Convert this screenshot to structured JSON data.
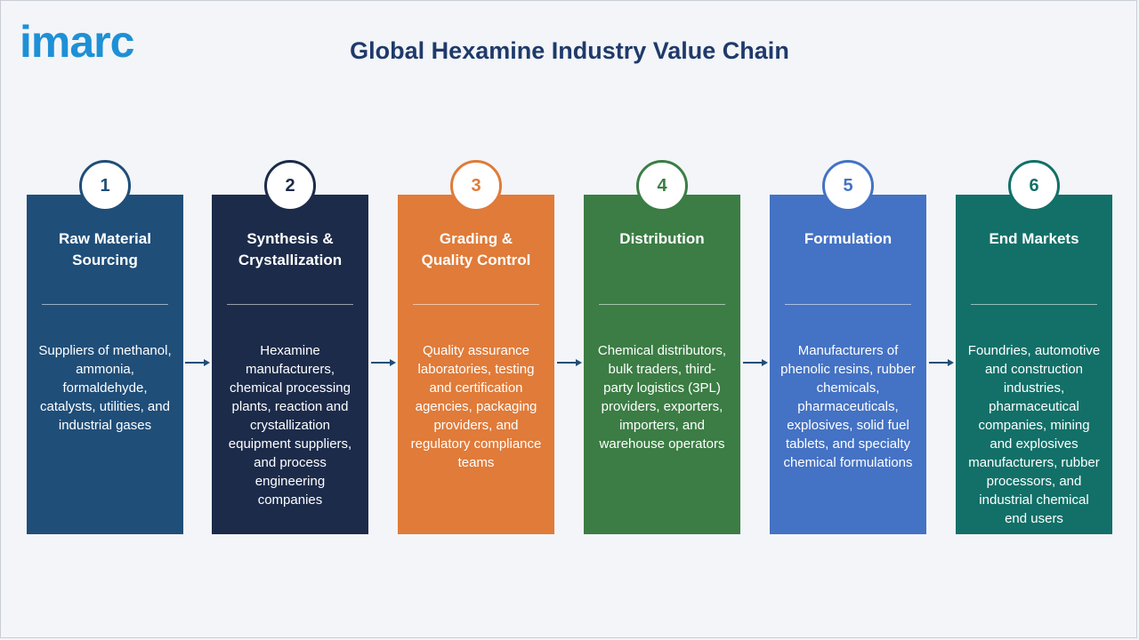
{
  "brand": {
    "logo_text": "imarc",
    "color": "#1e90d6"
  },
  "title": "Global Hexamine Industry Value Chain",
  "steps": [
    {
      "number": "1",
      "title": "Raw Material\nSourcing",
      "color": "#1f4e79",
      "description": "Suppliers of methanol, ammonia, formaldehyde, catalysts, utilities, and industrial gases"
    },
    {
      "number": "2",
      "title": "Synthesis &\nCrystallization",
      "color": "#1c2b4a",
      "description": "Hexamine manufacturers, chemical processing plants, reaction and crystallization equipment suppliers, and process engineering companies"
    },
    {
      "number": "3",
      "title": "Grading &\nQuality Control",
      "color": "#e07b39",
      "description": "Quality assurance laboratories, testing and certification agencies, packaging providers, and regulatory compliance teams"
    },
    {
      "number": "4",
      "title": "Distribution",
      "color": "#3b7d44",
      "description": "Chemical distributors, bulk traders, third-party logistics (3PL) providers, exporters, importers, and warehouse operators"
    },
    {
      "number": "5",
      "title": "Formulation",
      "color": "#4472c4",
      "description": "Manufacturers of phenolic resins, rubber chemicals, pharmaceuticals, explosives, solid fuel tablets, and specialty chemical formulations"
    },
    {
      "number": "6",
      "title": "End Markets",
      "color": "#127068",
      "description": "Foundries, automotive and construction industries, pharmaceutical companies, mining and explosives manufacturers, rubber processors, and industrial chemical end users"
    }
  ]
}
